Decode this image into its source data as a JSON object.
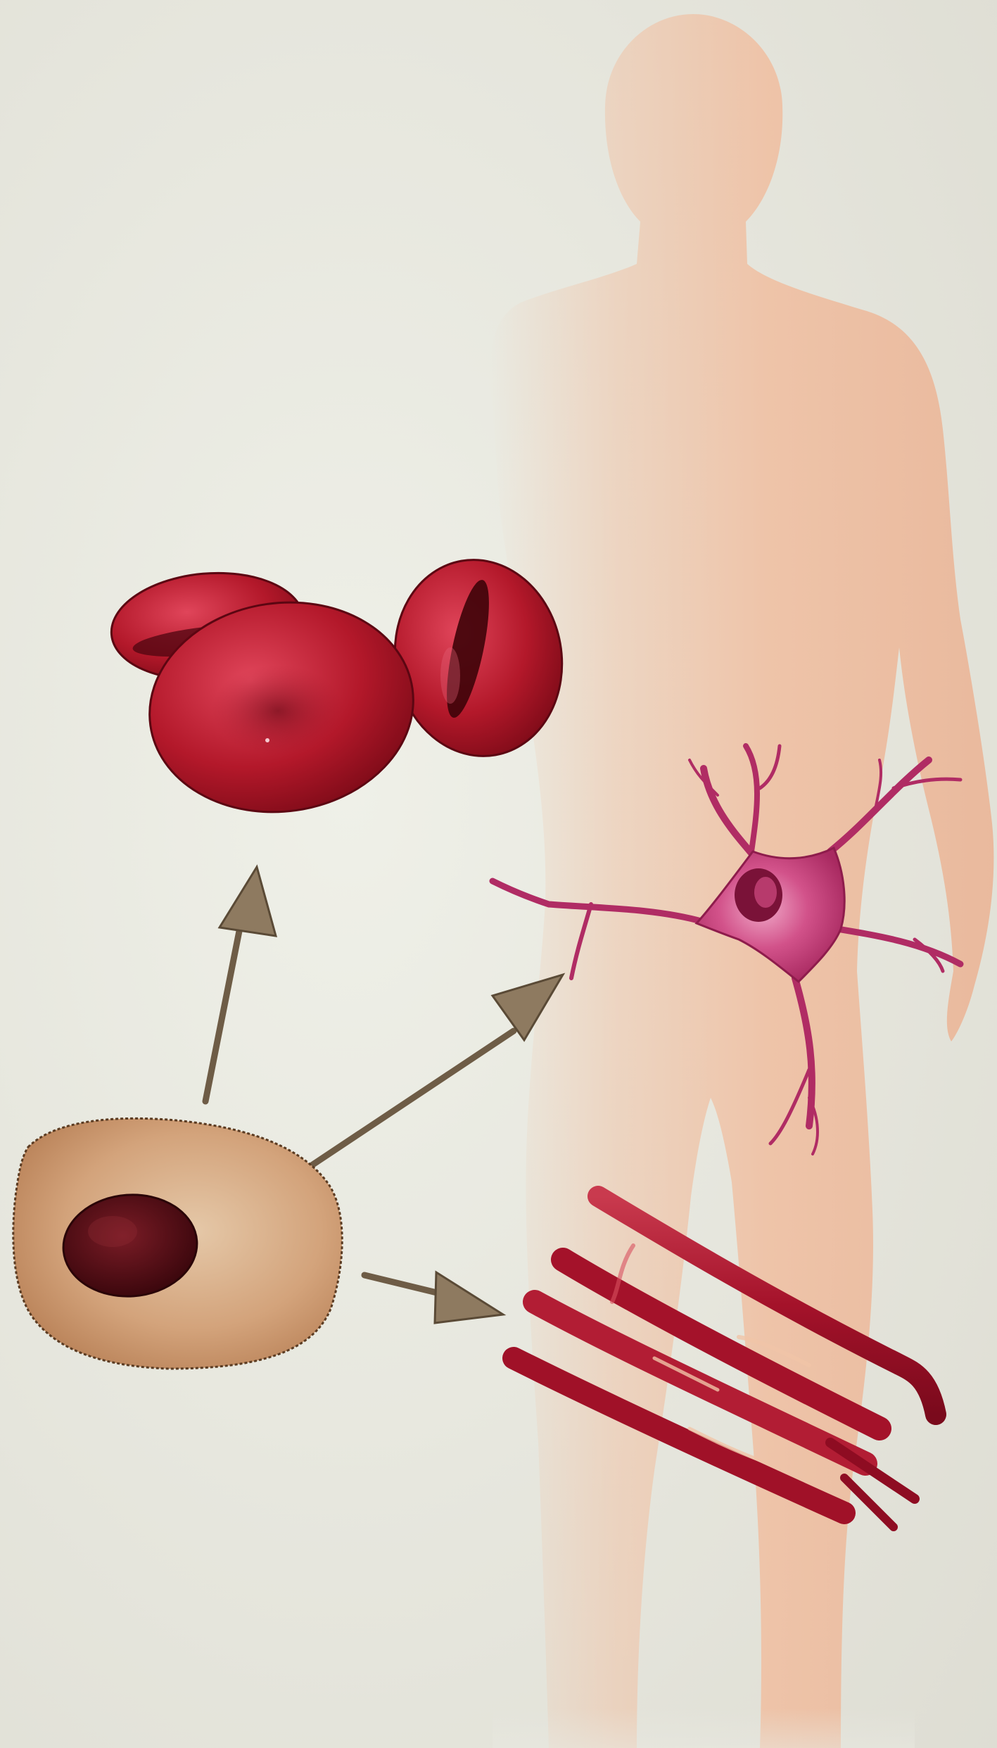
{
  "diagram": {
    "labels": [],
    "nodes": [
      {
        "id": "stem-cell",
        "depicts": "stem-cell"
      },
      {
        "id": "red-blood-cells",
        "depicts": "red-blood-cells"
      },
      {
        "id": "nerve-cell",
        "depicts": "nerve-cell"
      },
      {
        "id": "muscle-fibers",
        "depicts": "muscle-fibers"
      },
      {
        "id": "human-body",
        "depicts": "human-silhouette"
      }
    ],
    "edges": [
      {
        "from": "stem-cell",
        "to": "red-blood-cells"
      },
      {
        "from": "stem-cell",
        "to": "nerve-cell"
      },
      {
        "from": "stem-cell",
        "to": "muscle-fibers"
      }
    ],
    "colors": {
      "background": "#e9e9e1",
      "body": "#f0c4a8",
      "red_cell": "#b3182a",
      "nerve_cell": "#c53e78",
      "muscle": "#a4122a",
      "stem_cell": "#c69368",
      "nucleus": "#4a0c12",
      "arrow": "#6e5c46"
    }
  }
}
